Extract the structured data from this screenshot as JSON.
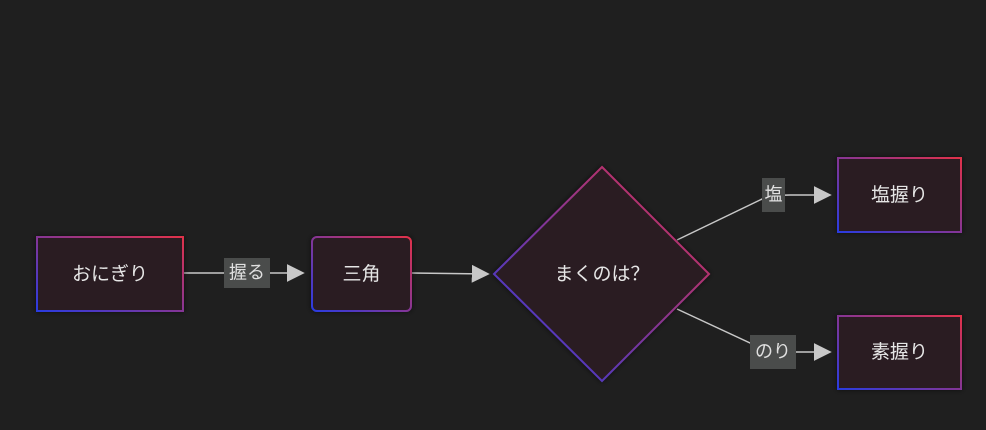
{
  "nodes": {
    "onigiri": "おにぎり",
    "sankaku": "三角",
    "decision": "まくのは？",
    "shio": "塩握り",
    "su": "素握り"
  },
  "edges": {
    "nigiru": "握る",
    "shio": "塩",
    "nori": "のり"
  },
  "colors": {
    "background": "#1f1f1f",
    "node_fill": "#2a1f22",
    "gradient_start": "#2a3be0",
    "gradient_end": "#e0304a",
    "edge_label_bg": "#4a4c4b"
  }
}
